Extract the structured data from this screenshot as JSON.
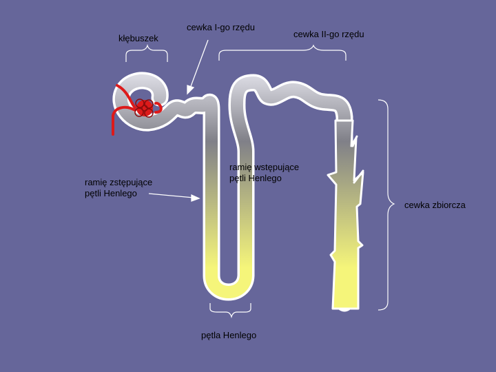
{
  "colors": {
    "background": "#66669a",
    "tubule_top": "#e8e8f0",
    "tubule_mid": "#808088",
    "tubule_bottom": "#f5f57a",
    "blood_vessel": "#dd1a1a",
    "label_text": "#000000",
    "bracket_line": "#ffffff"
  },
  "labels": {
    "glomerulus": "kłębuszek",
    "proximal_tubule": "cewka I-go rzędu",
    "distal_tubule": "cewka II-go rzędu",
    "descending_limb_line1": "ramię zstępujące",
    "descending_limb_line2": "pętli Henlego",
    "ascending_limb_line1": "ramię wstępujące",
    "ascending_limb_line2": "pętli Henlego",
    "collecting_duct": "cewka zbiorcza",
    "loop_of_henle": "pętla Henlego"
  }
}
